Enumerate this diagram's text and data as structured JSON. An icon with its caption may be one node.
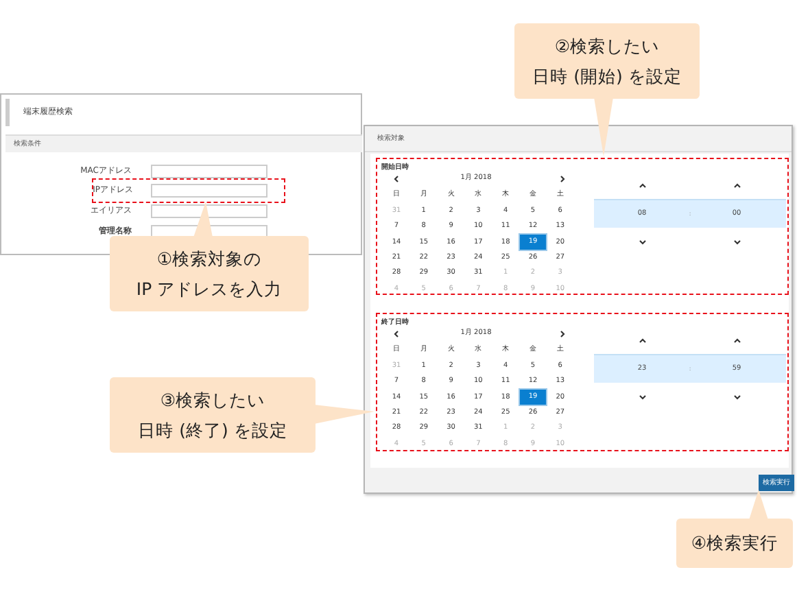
{
  "diagram": {
    "nodes": [
      {
        "text": [
          "端末履歴検索",
          "検索条件"
        ]
      },
      {
        "text": [
          "IPアドレス"
        ],
        "in": 0
      },
      {
        "text": [
          "検索対象"
        ]
      },
      {
        "text": [
          "開始日時",
          "1月 2018",
          "日",
          "月",
          "火",
          "水",
          "木",
          "金",
          "土",
          "31",
          "1",
          "2",
          "3",
          "4",
          "5",
          "6",
          "7",
          "8",
          "9",
          "10",
          "11",
          "12",
          "13",
          "14",
          "15",
          "16",
          "17",
          "18",
          "19",
          "20",
          "21",
          "22",
          "23",
          "24",
          "25",
          "26",
          "27",
          "28",
          "29",
          "30",
          "31",
          "1",
          "2",
          "3",
          "4",
          "5",
          "6",
          "7",
          "8",
          "9",
          "10",
          "08",
          ":",
          "00"
        ],
        "in": 2
      },
      {
        "text": [
          "終了日時",
          "1月 2018",
          "日",
          "月",
          "火",
          "水",
          "木",
          "金",
          "土",
          "31",
          "1",
          "2",
          "3",
          "4",
          "5",
          "6",
          "7",
          "8",
          "9",
          "10",
          "11",
          "12",
          "13",
          "14",
          "15",
          "16",
          "17",
          "18",
          "19",
          "20",
          "21",
          "22",
          "23",
          "24",
          "25",
          "26",
          "27",
          "28",
          "29",
          "30",
          "31",
          "1",
          "2",
          "3",
          "4",
          "5",
          "6",
          "7",
          "8",
          "9",
          "10",
          "23",
          ":",
          "59"
        ],
        "in": 2
      },
      {
        "text": [
          "検索実行"
        ],
        "in": 2
      },
      {
        "text": [
          "①検索対象のIP アドレスを入力"
        ]
      },
      {
        "text": [
          "②検索したい日時 (開始) を設定"
        ]
      },
      {
        "text": [
          "③検索したい日時 (終了) を設定"
        ]
      },
      {
        "text": [
          "④検索実行"
        ]
      }
    ],
    "edges": [
      {
        "from": 6,
        "to": 1,
        "arrow": "to"
      },
      {
        "from": 7,
        "to": 3,
        "arrow": "to"
      },
      {
        "from": 8,
        "to": 4,
        "arrow": "to"
      },
      {
        "from": 9,
        "to": 5,
        "arrow": "to"
      }
    ],
    "labels": [
      "MACアドレス",
      "エイリアス",
      "管理名称"
    ]
  }
}
